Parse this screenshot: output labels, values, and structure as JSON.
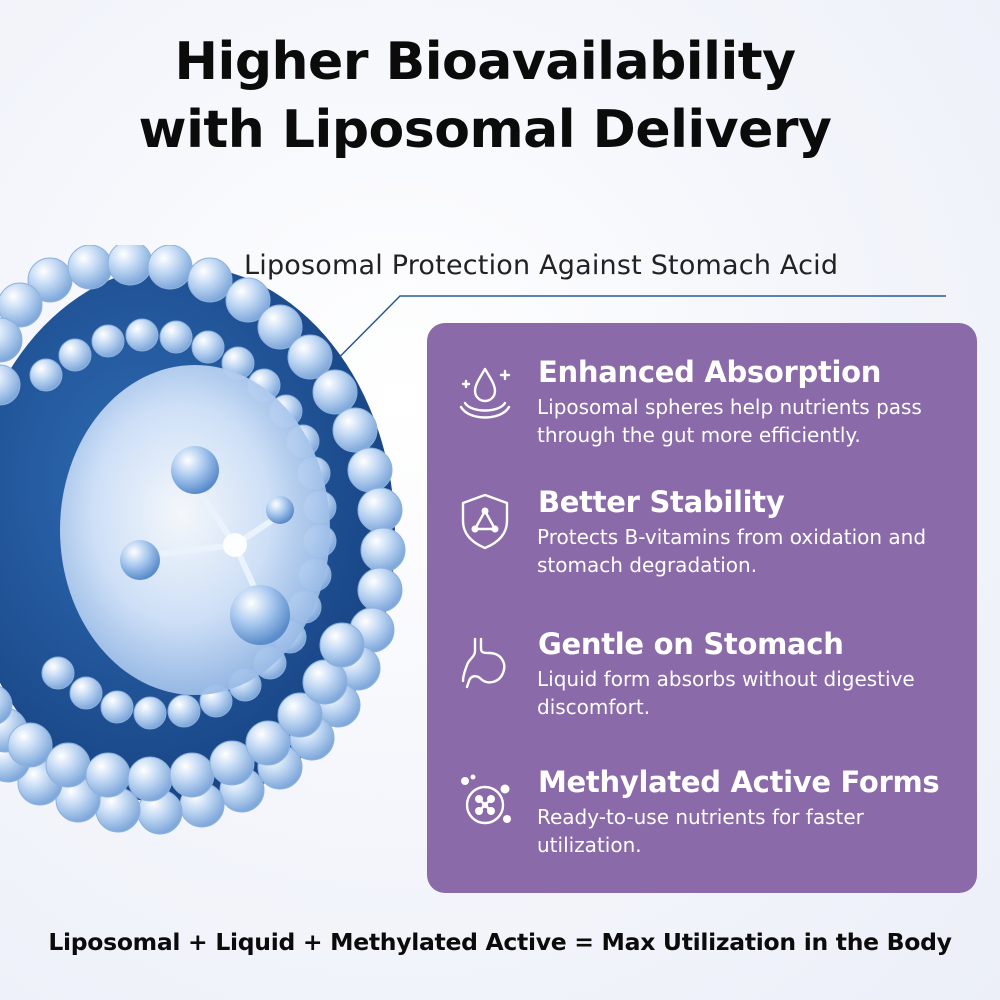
{
  "headline": {
    "line1": "Higher Bioavailability",
    "line2": "with Liposomal Delivery"
  },
  "callout": "Liposomal Protection Against Stomach Acid",
  "features": [
    {
      "icon": "droplet-sparkle-icon",
      "title": "Enhanced Absorption",
      "description": "Liposomal spheres help nutrients pass through the gut more efficiently."
    },
    {
      "icon": "shield-molecule-icon",
      "title": "Better Stability",
      "description": "Protects B-vitamins from oxidation and stomach degradation."
    },
    {
      "icon": "stomach-icon",
      "title": "Gentle on Stomach",
      "description": "Liquid form absorbs without digestive discomfort."
    },
    {
      "icon": "molecule-cluster-icon",
      "title": "Methylated Active Forms",
      "description": "Ready-to-use nutrients for faster utilization."
    }
  ],
  "footer": "Liposomal + Liquid + Methylated Active = Max Utilization in the Body",
  "colors": {
    "panel": "#8a6aa8",
    "text": "#0b0b0b",
    "liposome_light": "#b9d3f2",
    "liposome_dark": "#1d4f93"
  }
}
